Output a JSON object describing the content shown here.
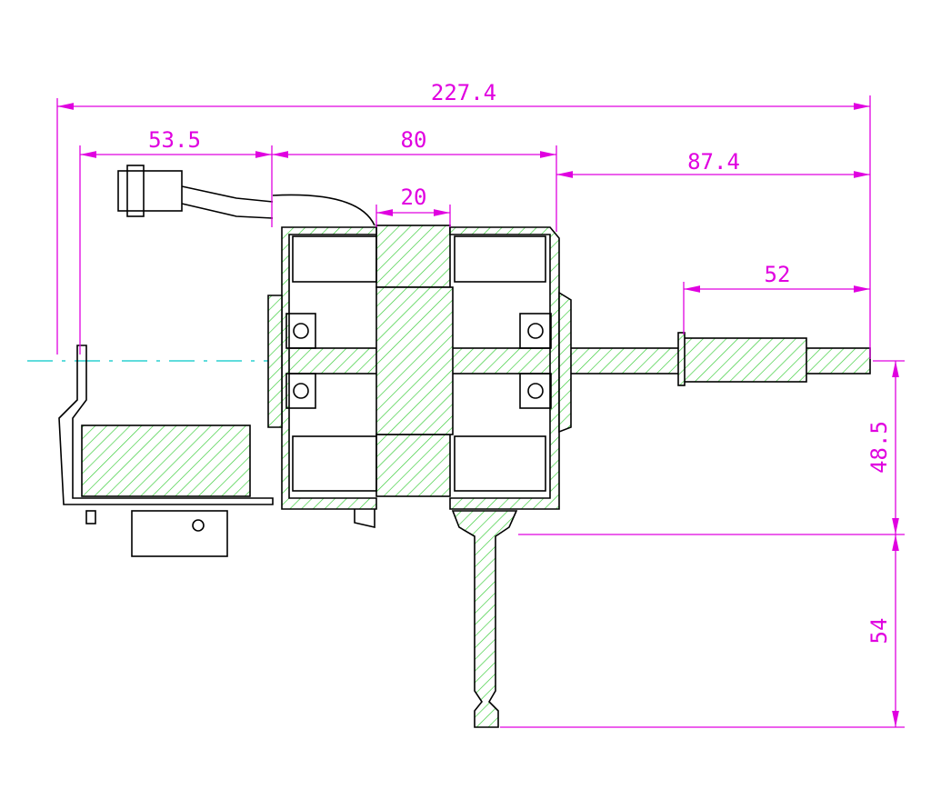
{
  "drawing": {
    "colors": {
      "dimension": "#e000e0",
      "hatch": "#33cc33",
      "centerline": "#00c8c8",
      "outline": "#000000"
    },
    "dimensions": {
      "overall_length": "227.4",
      "rear_housing": "53.5",
      "stator_body": "80",
      "stator_core": "20",
      "shaft_extension": "87.4",
      "shaft_knurl": "52",
      "axis_to_mount": "48.5",
      "mount_post": "54"
    }
  }
}
